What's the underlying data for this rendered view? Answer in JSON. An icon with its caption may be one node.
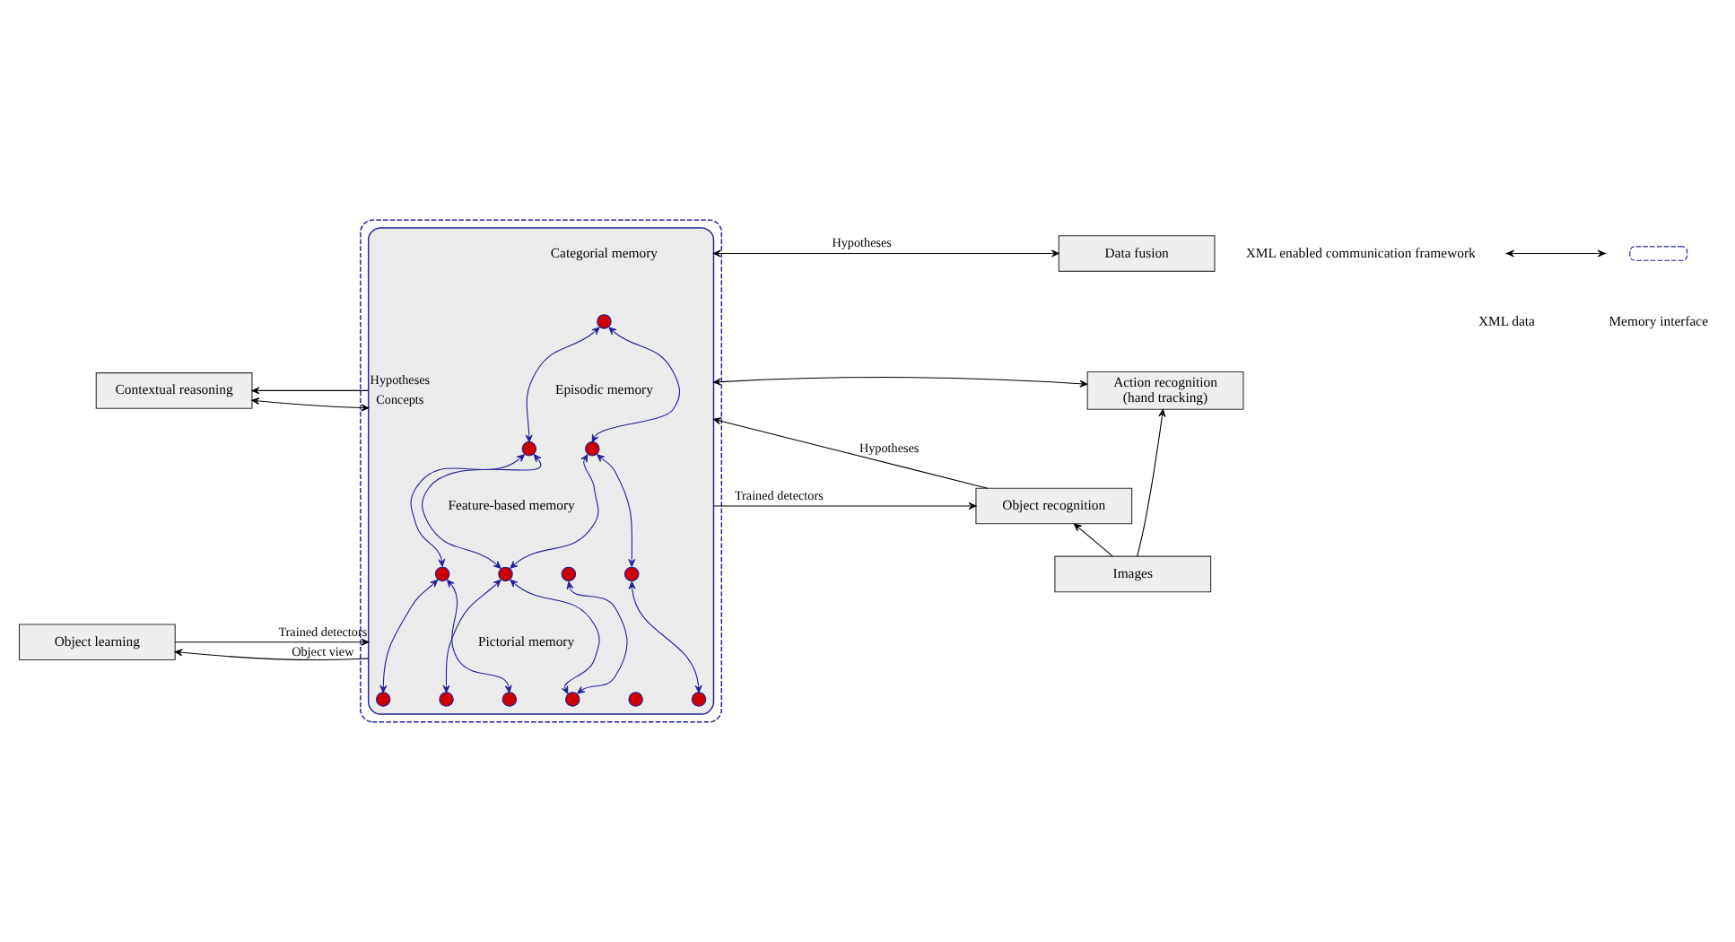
{
  "diagram": {
    "nodes": [
      {
        "text": [],
        "shape": "box"
      },
      {
        "text": [],
        "shape": "cylinder",
        "in": 0
      },
      {
        "text": [
          "Categorial memory"
        ],
        "in": 1
      },
      {
        "text": [
          "Episodic memory"
        ],
        "in": 1
      },
      {
        "text": [
          "Feature-based memory"
        ],
        "in": 1
      },
      {
        "text": [
          "Pictorial memory"
        ],
        "in": 1
      },
      {
        "text": [],
        "shape": "circle",
        "in": 1
      },
      {
        "text": [],
        "shape": "circle",
        "in": 1
      },
      {
        "text": [],
        "shape": "circle",
        "in": 1
      },
      {
        "text": [],
        "shape": "circle",
        "in": 1
      },
      {
        "text": [],
        "shape": "circle",
        "in": 1
      },
      {
        "text": [],
        "shape": "circle",
        "in": 1
      },
      {
        "text": [],
        "shape": "circle",
        "in": 1
      },
      {
        "text": [],
        "shape": "circle",
        "in": 1
      },
      {
        "text": [],
        "shape": "circle",
        "in": 1
      },
      {
        "text": [],
        "shape": "circle",
        "in": 1
      },
      {
        "text": [],
        "shape": "circle",
        "in": 1
      },
      {
        "text": [],
        "shape": "circle",
        "in": 1
      },
      {
        "text": [],
        "shape": "circle",
        "in": 1
      },
      {
        "text": [
          "Contextual reasoning"
        ]
      },
      {
        "text": [
          "Object learning"
        ]
      },
      {
        "text": [
          "Data fusion"
        ]
      },
      {
        "text": [
          "Action recognition (hand tracking)"
        ]
      },
      {
        "text": [
          "Object recognition"
        ]
      },
      {
        "text": [
          "Images"
        ]
      }
    ],
    "edges": [
      {
        "from": 19,
        "to": 1,
        "arrow": "both",
        "label": "Concepts",
        "color": "#000000"
      },
      {
        "from": 1,
        "to": 19,
        "arrow": "to",
        "label": "Hypotheses",
        "color": "#000000"
      },
      {
        "from": 20,
        "to": 1,
        "arrow": "to",
        "label": "Trained detectors",
        "color": "#000000"
      },
      {
        "from": 1,
        "to": 20,
        "arrow": "to",
        "label": "Object view",
        "color": "#000000"
      },
      {
        "from": 1,
        "to": 21,
        "arrow": "both",
        "label": "Hypotheses",
        "color": "#000000"
      },
      {
        "from": 1,
        "to": 22,
        "arrow": "both",
        "color": "#000000"
      },
      {
        "from": 23,
        "to": 1,
        "arrow": "to",
        "label": "Hypotheses",
        "color": "#000000"
      },
      {
        "from": 1,
        "to": 23,
        "arrow": "to",
        "label": "Trained detectors",
        "color": "#000000"
      },
      {
        "from": 24,
        "to": 22,
        "arrow": "to",
        "color": "#000000"
      },
      {
        "from": 24,
        "to": 23,
        "arrow": "to",
        "color": "#000000"
      },
      {
        "from": 6,
        "to": 7,
        "arrow": "both"
      },
      {
        "from": 6,
        "to": 8,
        "arrow": "both"
      },
      {
        "from": 7,
        "to": 9,
        "arrow": "both"
      },
      {
        "from": 7,
        "to": 10,
        "arrow": "both"
      },
      {
        "from": 8,
        "to": 10,
        "arrow": "both"
      },
      {
        "from": 8,
        "to": 12,
        "arrow": "both"
      },
      {
        "from": 9,
        "to": 13,
        "arrow": "both"
      },
      {
        "from": 9,
        "to": 15,
        "arrow": "both"
      },
      {
        "from": 10,
        "to": 14,
        "arrow": "both"
      },
      {
        "from": 10,
        "to": 16,
        "arrow": "both"
      },
      {
        "from": 11,
        "to": 16,
        "arrow": "both"
      },
      {
        "from": 12,
        "to": 18,
        "arrow": "both"
      }
    ],
    "labels": [
      "XML enabled communication framework"
    ],
    "legend": [
      {
        "text": "XML data"
      },
      {
        "text": "Memory interface"
      }
    ]
  }
}
